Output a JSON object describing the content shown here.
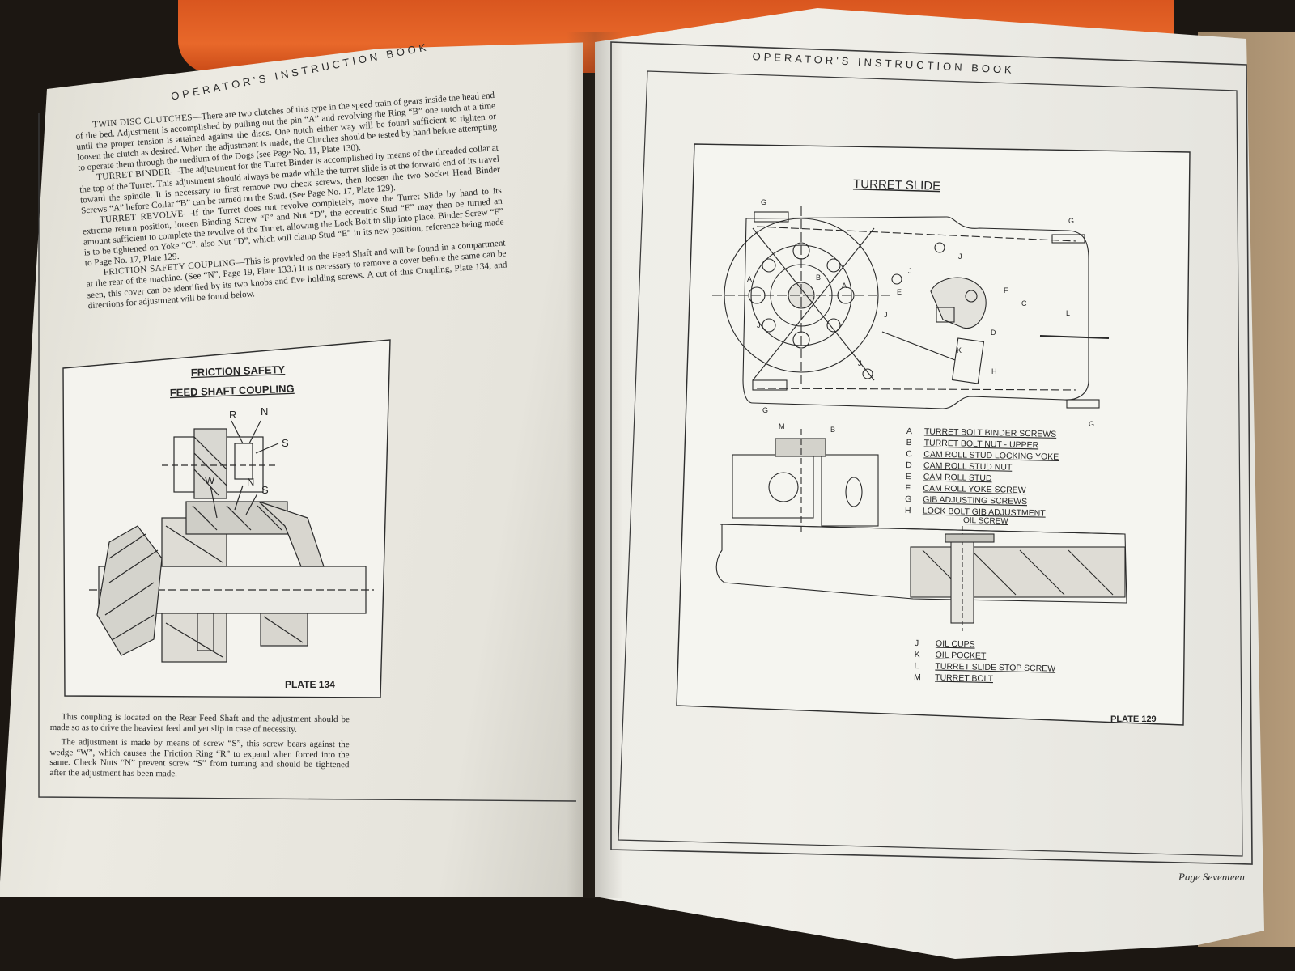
{
  "left_page": {
    "running_head": "OPERATOR'S INSTRUCTION BOOK",
    "paragraphs": [
      {
        "lead": "TWIN DISC CLUTCHES",
        "text": "—There are two clutches of this type in the speed train of gears inside the head end of the bed. Adjustment is accomplished by pulling out the pin “A” and revolving the Ring “B” one notch at a time until the proper tension is attained against the discs. One notch either way will be found sufficient to tighten or loosen the clutch as desired. When the adjustment is made, the Clutches should be tested by hand before attempting to operate them through the medium of the Dogs (see Page No. 11, Plate 130)."
      },
      {
        "lead": "TURRET BINDER",
        "text": "—The adjustment for the Turret Binder is accomplished by means of the threaded collar at the top of the Turret. This adjustment should always be made while the turret slide is at the forward end of its travel toward the spindle. It is necessary to first remove two check screws, then loosen the two Socket Head Binder Screws “A” before Collar “B” can be turned on the Stud. (See Page No. 17, Plate 129)."
      },
      {
        "lead": "TURRET REVOLVE",
        "text": "—If the Turret does not revolve completely, move the Turret Slide by hand to its extreme return position, loosen Binding Screw “F” and Nut “D”, the eccentric Stud “E” may then be turned an amount sufficient to complete the revolve of the Turret, allowing the Lock Bolt to slip into place. Binder Screw “F” is to be tightened on Yoke “C”, also Nut “D”, which will clamp Stud “E” in its new position, reference being made to Page No. 17, Plate 129."
      },
      {
        "lead": "FRICTION SAFETY COUPLING",
        "text": "—This is provided on the Feed Shaft and will be found in a compartment at the rear of the machine. (See “N”, Page 19, Plate 133.) It is necessary to remove a cover before the same can be seen, this cover can be identified by its two knobs and five holding screws. A cut of this Coupling, Plate 134, and directions for adjustment will be found below."
      }
    ],
    "figure": {
      "title_line1": "FRICTION SAFETY",
      "title_line2": "FEED SHAFT COUPLING",
      "labels": {
        "r": "R",
        "n": "N",
        "s": "S",
        "w": "W",
        "n2": "N",
        "s2": "S"
      },
      "plate": "PLATE 134"
    },
    "caption": [
      "This coupling is located on the Rear Feed Shaft and the adjustment should be made so as to drive the heaviest feed and yet slip in case of necessity.",
      "The adjustment is made by means of screw “S”, this screw bears against the wedge “W”, which causes the Friction Ring “R” to expand when forced into the same. Check Nuts “N” prevent screw “S” from turning and should be tightened after the adjustment has been made."
    ]
  },
  "right_page": {
    "running_head": "OPERATOR'S INSTRUCTION BOOK",
    "figure": {
      "title": "TURRET SLIDE",
      "callouts": {
        "g": "G",
        "j": "J",
        "a": "A",
        "b": "B",
        "e": "E",
        "f": "F",
        "c": "C",
        "d": "D",
        "k": "K",
        "h": "H",
        "l": "L",
        "m": "M"
      },
      "legend": [
        {
          "key": "A",
          "text": "TURRET BOLT BINDER SCREWS"
        },
        {
          "key": "B",
          "text": "TURRET BOLT NUT - UPPER"
        },
        {
          "key": "C",
          "text": "CAM ROLL STUD LOCKING YOKE"
        },
        {
          "key": "D",
          "text": "CAM ROLL STUD NUT"
        },
        {
          "key": "E",
          "text": "CAM ROLL STUD"
        },
        {
          "key": "F",
          "text": "CAM ROLL YOKE SCREW"
        },
        {
          "key": "G",
          "text": "GIB ADJUSTING SCREWS"
        },
        {
          "key": "H",
          "text": "LOCK BOLT GIB ADJUSTMENT"
        }
      ],
      "oil_screw": "OIL SCREW",
      "legend2": [
        {
          "key": "J",
          "text": "OIL CUPS"
        },
        {
          "key": "K",
          "text": "OIL POCKET"
        },
        {
          "key": "L",
          "text": "TURRET SLIDE STOP SCREW"
        },
        {
          "key": "M",
          "text": "TURRET BOLT"
        }
      ],
      "plate": "PLATE 129"
    },
    "page_number": "Page Seventeen"
  }
}
